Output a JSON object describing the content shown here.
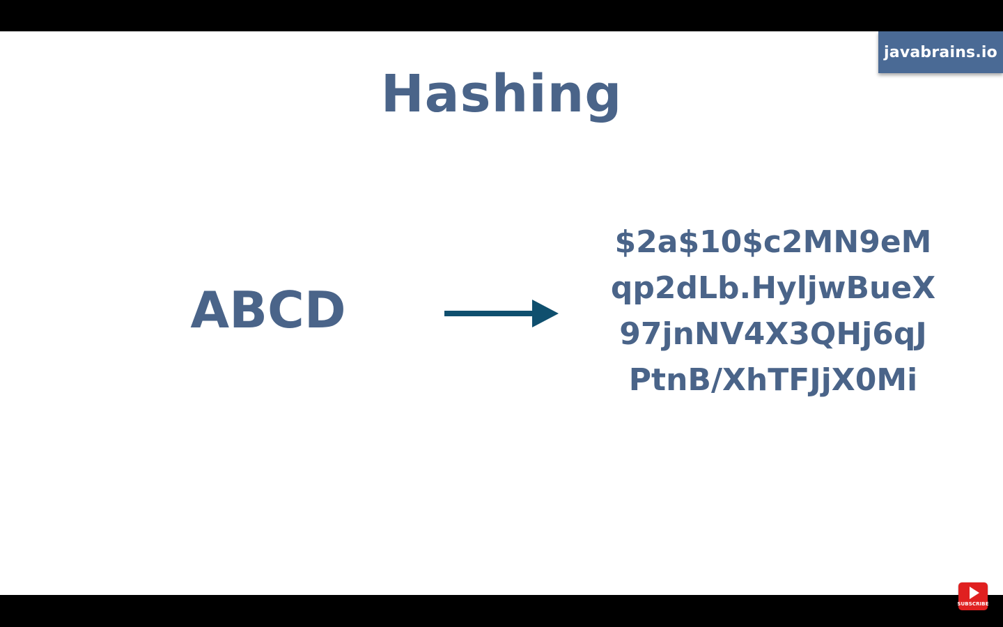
{
  "brand": {
    "label": "javabrains.io"
  },
  "slide": {
    "title": "Hashing",
    "input_text": "ABCD",
    "arrow_icon": "right-arrow-icon",
    "hash_lines": [
      "$2a$10$c2MN9eM",
      "qp2dLb.HyljwBueX",
      "97jnNV4X3QHj6qJ",
      "PtnB/XhTFJjX0Mi"
    ]
  },
  "subscribe": {
    "label": "SUBSCRIBE",
    "icon": "play-icon"
  },
  "colors": {
    "text": "#4a6489",
    "arrow": "#0f4f6e",
    "badge": "#4a6a95",
    "subscribe": "#e02020"
  }
}
